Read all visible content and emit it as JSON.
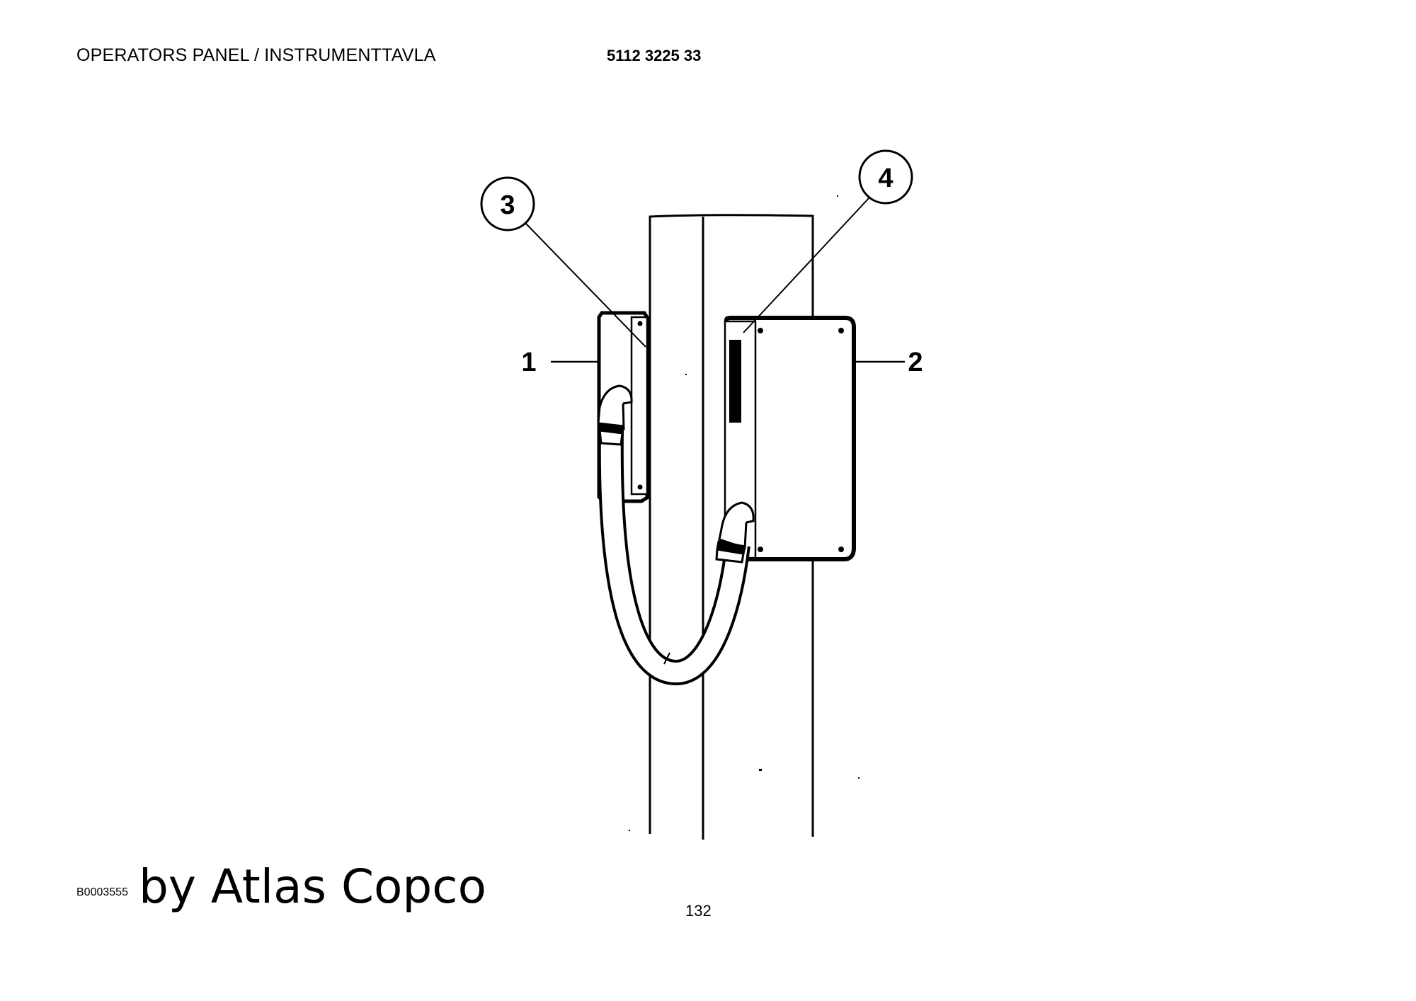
{
  "header": {
    "title": "OPERATORS PANEL / INSTRUMENTTAVLA",
    "part_number": "5112 3225 33"
  },
  "callouts": {
    "c1": "1",
    "c2": "2",
    "c3": "3",
    "c4": "4"
  },
  "footer": {
    "drawing_id": "B0003555",
    "brand": "by Atlas Copco",
    "page_number": "132"
  }
}
